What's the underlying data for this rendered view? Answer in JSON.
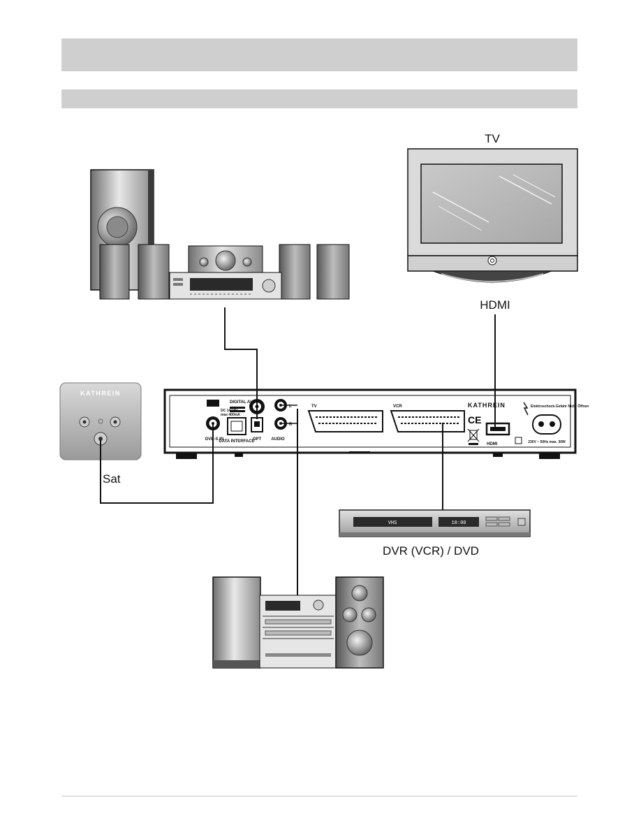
{
  "header": {
    "title": "",
    "subtitle": ""
  },
  "devices": {
    "tv": {
      "label": "TV"
    },
    "hdmi": {
      "label": "HDMI"
    },
    "sat": {
      "label": "Sat",
      "socket_brand": "KATHREIN"
    },
    "dvd": {
      "label": "DVR (VCR) / DVD",
      "display_left": "VHS",
      "display_right": "10:00"
    }
  },
  "receiver_panel": {
    "digital_audio": "DIGITAL AUDIO",
    "dvbs_in": "DVB-S IN",
    "data_interface": "DATA INTERFACE",
    "opt": "OPT",
    "audio": "AUDIO",
    "audio_l": "L",
    "audio_r": "R",
    "tv": "TV",
    "vcr": "VCR",
    "brand": "KATHREIN",
    "ce": "CE",
    "hdmi": "HDMI",
    "power_warning": "Elektroschock-Gefahr Nicht Öffnen",
    "power_rating": "230V ~ 50Hz max. 30W"
  },
  "colors": {
    "gray_bar": "#cfcfd0",
    "wire": "#111111"
  }
}
